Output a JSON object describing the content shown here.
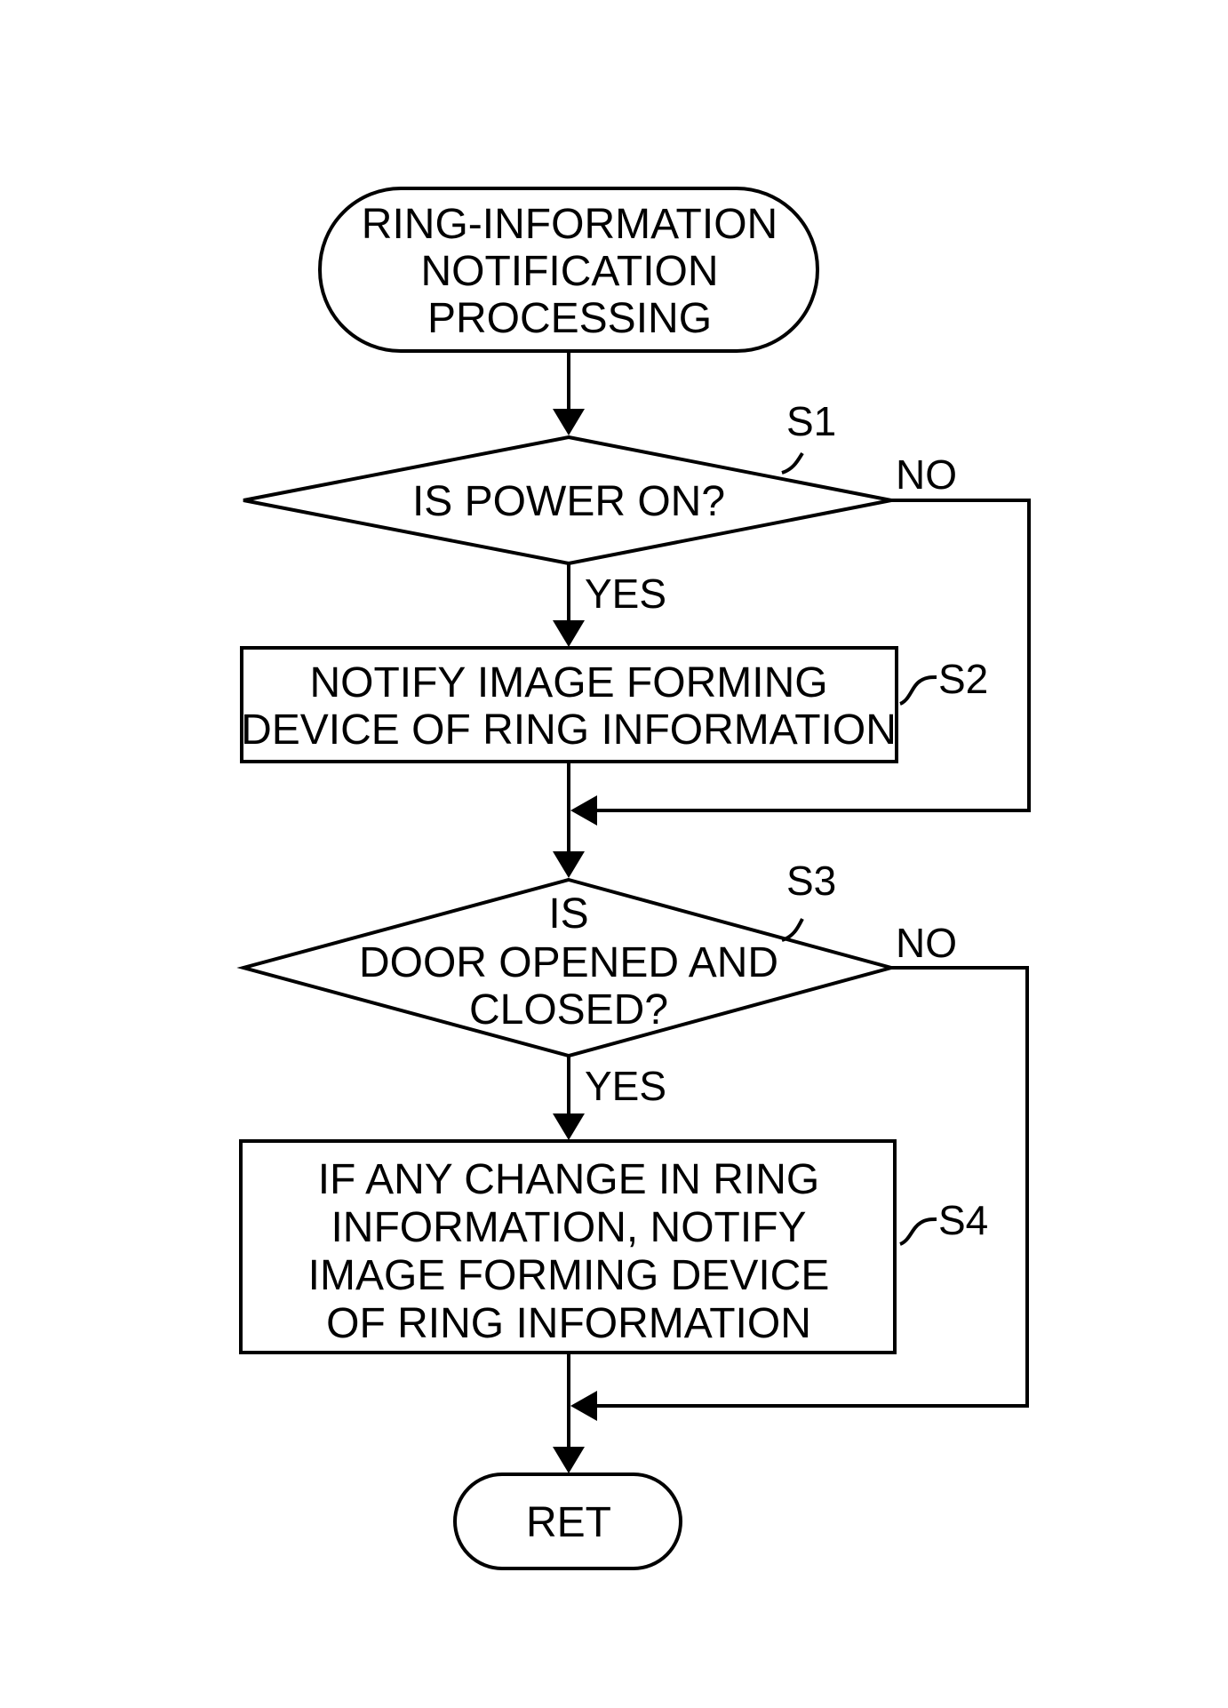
{
  "start": {
    "lines": [
      "RING-INFORMATION",
      "NOTIFICATION",
      "PROCESSING"
    ]
  },
  "s1": {
    "label": "S1",
    "lines": [
      "IS POWER ON?"
    ],
    "yes": "YES",
    "no": "NO"
  },
  "s2": {
    "label": "S2",
    "lines": [
      "NOTIFY IMAGE FORMING",
      "DEVICE OF RING INFORMATION"
    ]
  },
  "s3": {
    "label": "S3",
    "lines": [
      "IS",
      "DOOR OPENED AND",
      "CLOSED?"
    ],
    "yes": "YES",
    "no": "NO"
  },
  "s4": {
    "label": "S4",
    "lines": [
      "IF ANY CHANGE IN RING",
      "INFORMATION, NOTIFY",
      "IMAGE FORMING DEVICE",
      "OF RING INFORMATION"
    ]
  },
  "end": {
    "lines": [
      "RET"
    ]
  }
}
